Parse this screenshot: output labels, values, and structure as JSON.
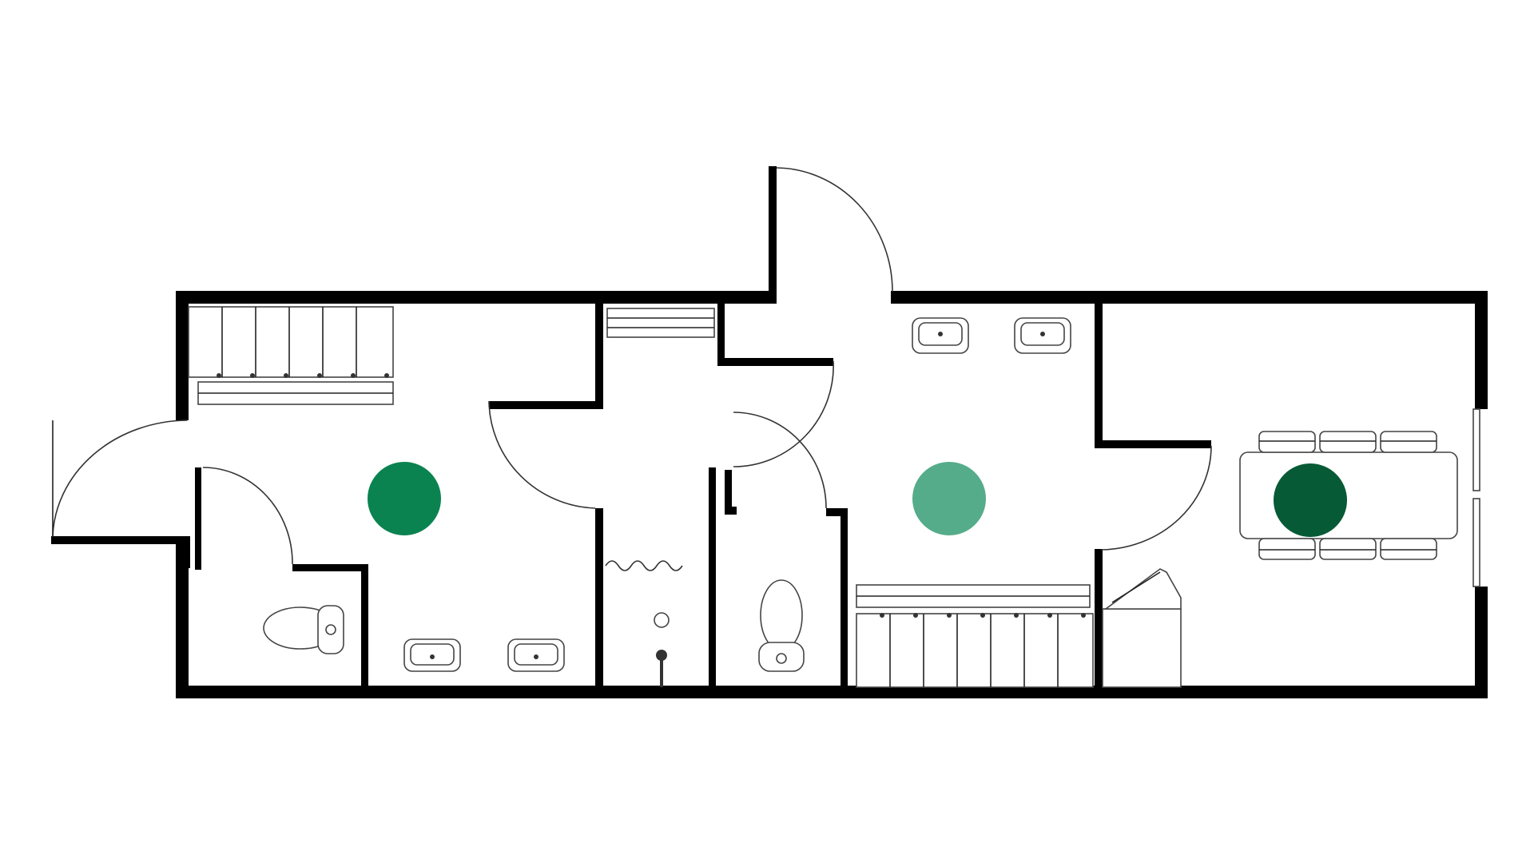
{
  "markers": [
    {
      "id": "zone-1",
      "color": "#0a8350"
    },
    {
      "id": "zone-2",
      "color": "#55ac8a"
    },
    {
      "id": "zone-3",
      "color": "#075a36"
    }
  ],
  "colors": {
    "wall": "#000000",
    "background": "#ffffff",
    "line": "#333333"
  }
}
